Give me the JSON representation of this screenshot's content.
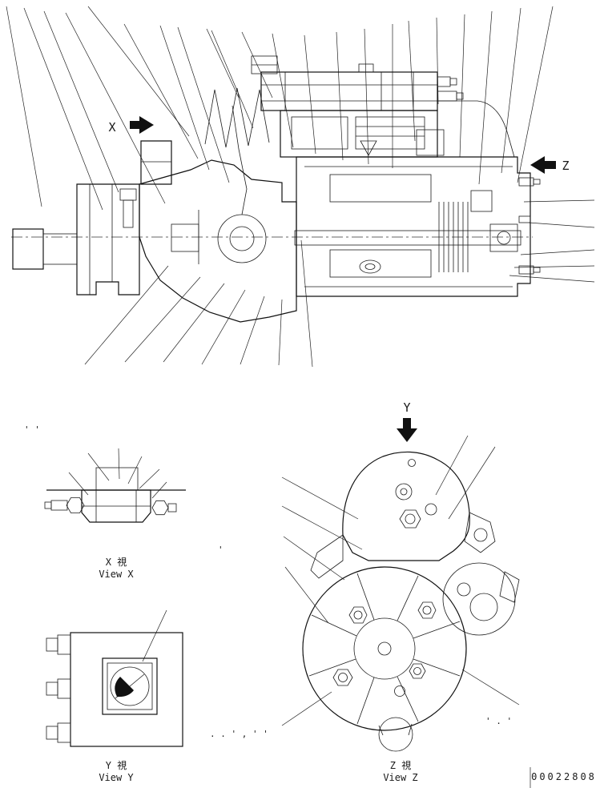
{
  "document": {
    "drawing_number": "00022808"
  },
  "arrows": {
    "x_arrow": "X",
    "z_arrow": "Z",
    "y_arrow": "Y"
  },
  "views": {
    "x": {
      "title_cjk": "X  視",
      "title_en": "View X"
    },
    "y": {
      "title_cjk": "Y  視",
      "title_en": "View Y"
    },
    "z": {
      "title_cjk": "Z  視",
      "title_en": "View Z"
    }
  },
  "marks": {
    "left_pair": "' '",
    "mid_single": "'",
    "bottom_row": ". .  ' ,  ' '",
    "right_row": "' . '"
  }
}
